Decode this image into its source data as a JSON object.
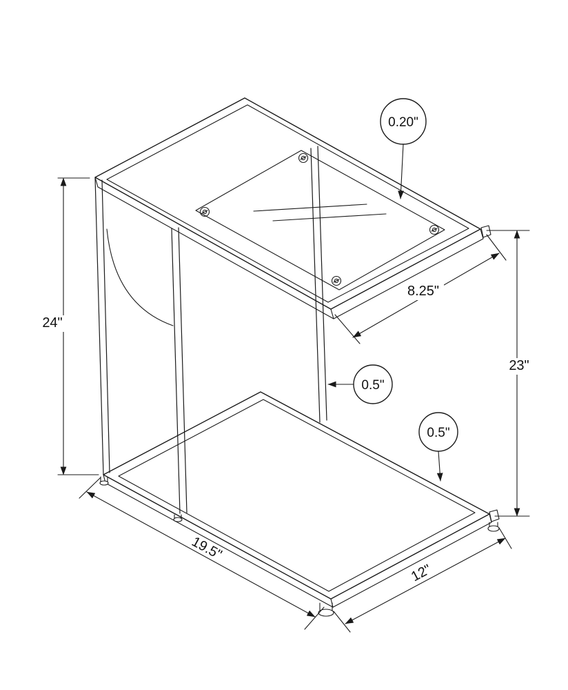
{
  "diagram": {
    "type": "furniture-dimension-drawing",
    "subject": "c-shape-accent-table-with-glass-top",
    "labels": {
      "glass_thickness": "0.20\"",
      "left_height": "24\"",
      "top_overhang": "8.25\"",
      "right_height": "23\"",
      "post_thickness": "0.5\"",
      "frame_thickness": "0.5\"",
      "base_length": "19.5\"",
      "base_depth": "12\""
    },
    "colors": {
      "line": "#1a1a1a",
      "background": "#ffffff",
      "text": "#111111"
    }
  }
}
